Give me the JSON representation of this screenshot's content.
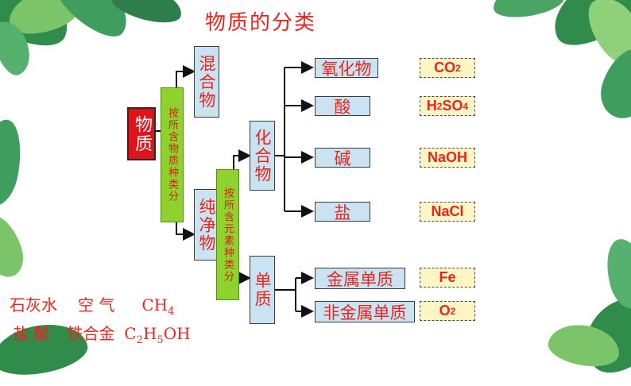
{
  "title": "物质的分类",
  "root": "物质",
  "criterion_1": "按所含物质种类分",
  "criterion_2": "按所含元素种类分",
  "level1": {
    "mixture": "混合物",
    "pure": "纯净物"
  },
  "level2": {
    "compound": "化合物",
    "element": "单质"
  },
  "compound_types": [
    {
      "label": "氧化物",
      "formula_main": "CO",
      "formula_sub": "2",
      "formula_tail": ""
    },
    {
      "label": "酸",
      "formula_main": "H",
      "formula_sub": "2",
      "formula_tail": "SO",
      "formula_sub2": "4"
    },
    {
      "label": "碱",
      "formula_main": "NaOH"
    },
    {
      "label": "盐",
      "formula_main": "NaCl"
    }
  ],
  "element_types": [
    {
      "label": "金属单质",
      "formula_main": "Fe"
    },
    {
      "label": "非金属单质",
      "formula_main": "O",
      "formula_sub": "2"
    }
  ],
  "examples": {
    "line1": [
      "石灰水",
      "空 气"
    ],
    "line1_formula_main": "CH",
    "line1_formula_sub": "4",
    "line2": [
      "盐 酸",
      "铁合金"
    ],
    "line2_formula": {
      "a": "C",
      "s1": "2",
      "b": "H",
      "s2": "5",
      "c": "OH"
    }
  },
  "colors": {
    "accent": "#e8261f",
    "green": "#8ed22d",
    "blue_box": "#c9e3f2",
    "formula_bg": "#fdf5c4"
  }
}
